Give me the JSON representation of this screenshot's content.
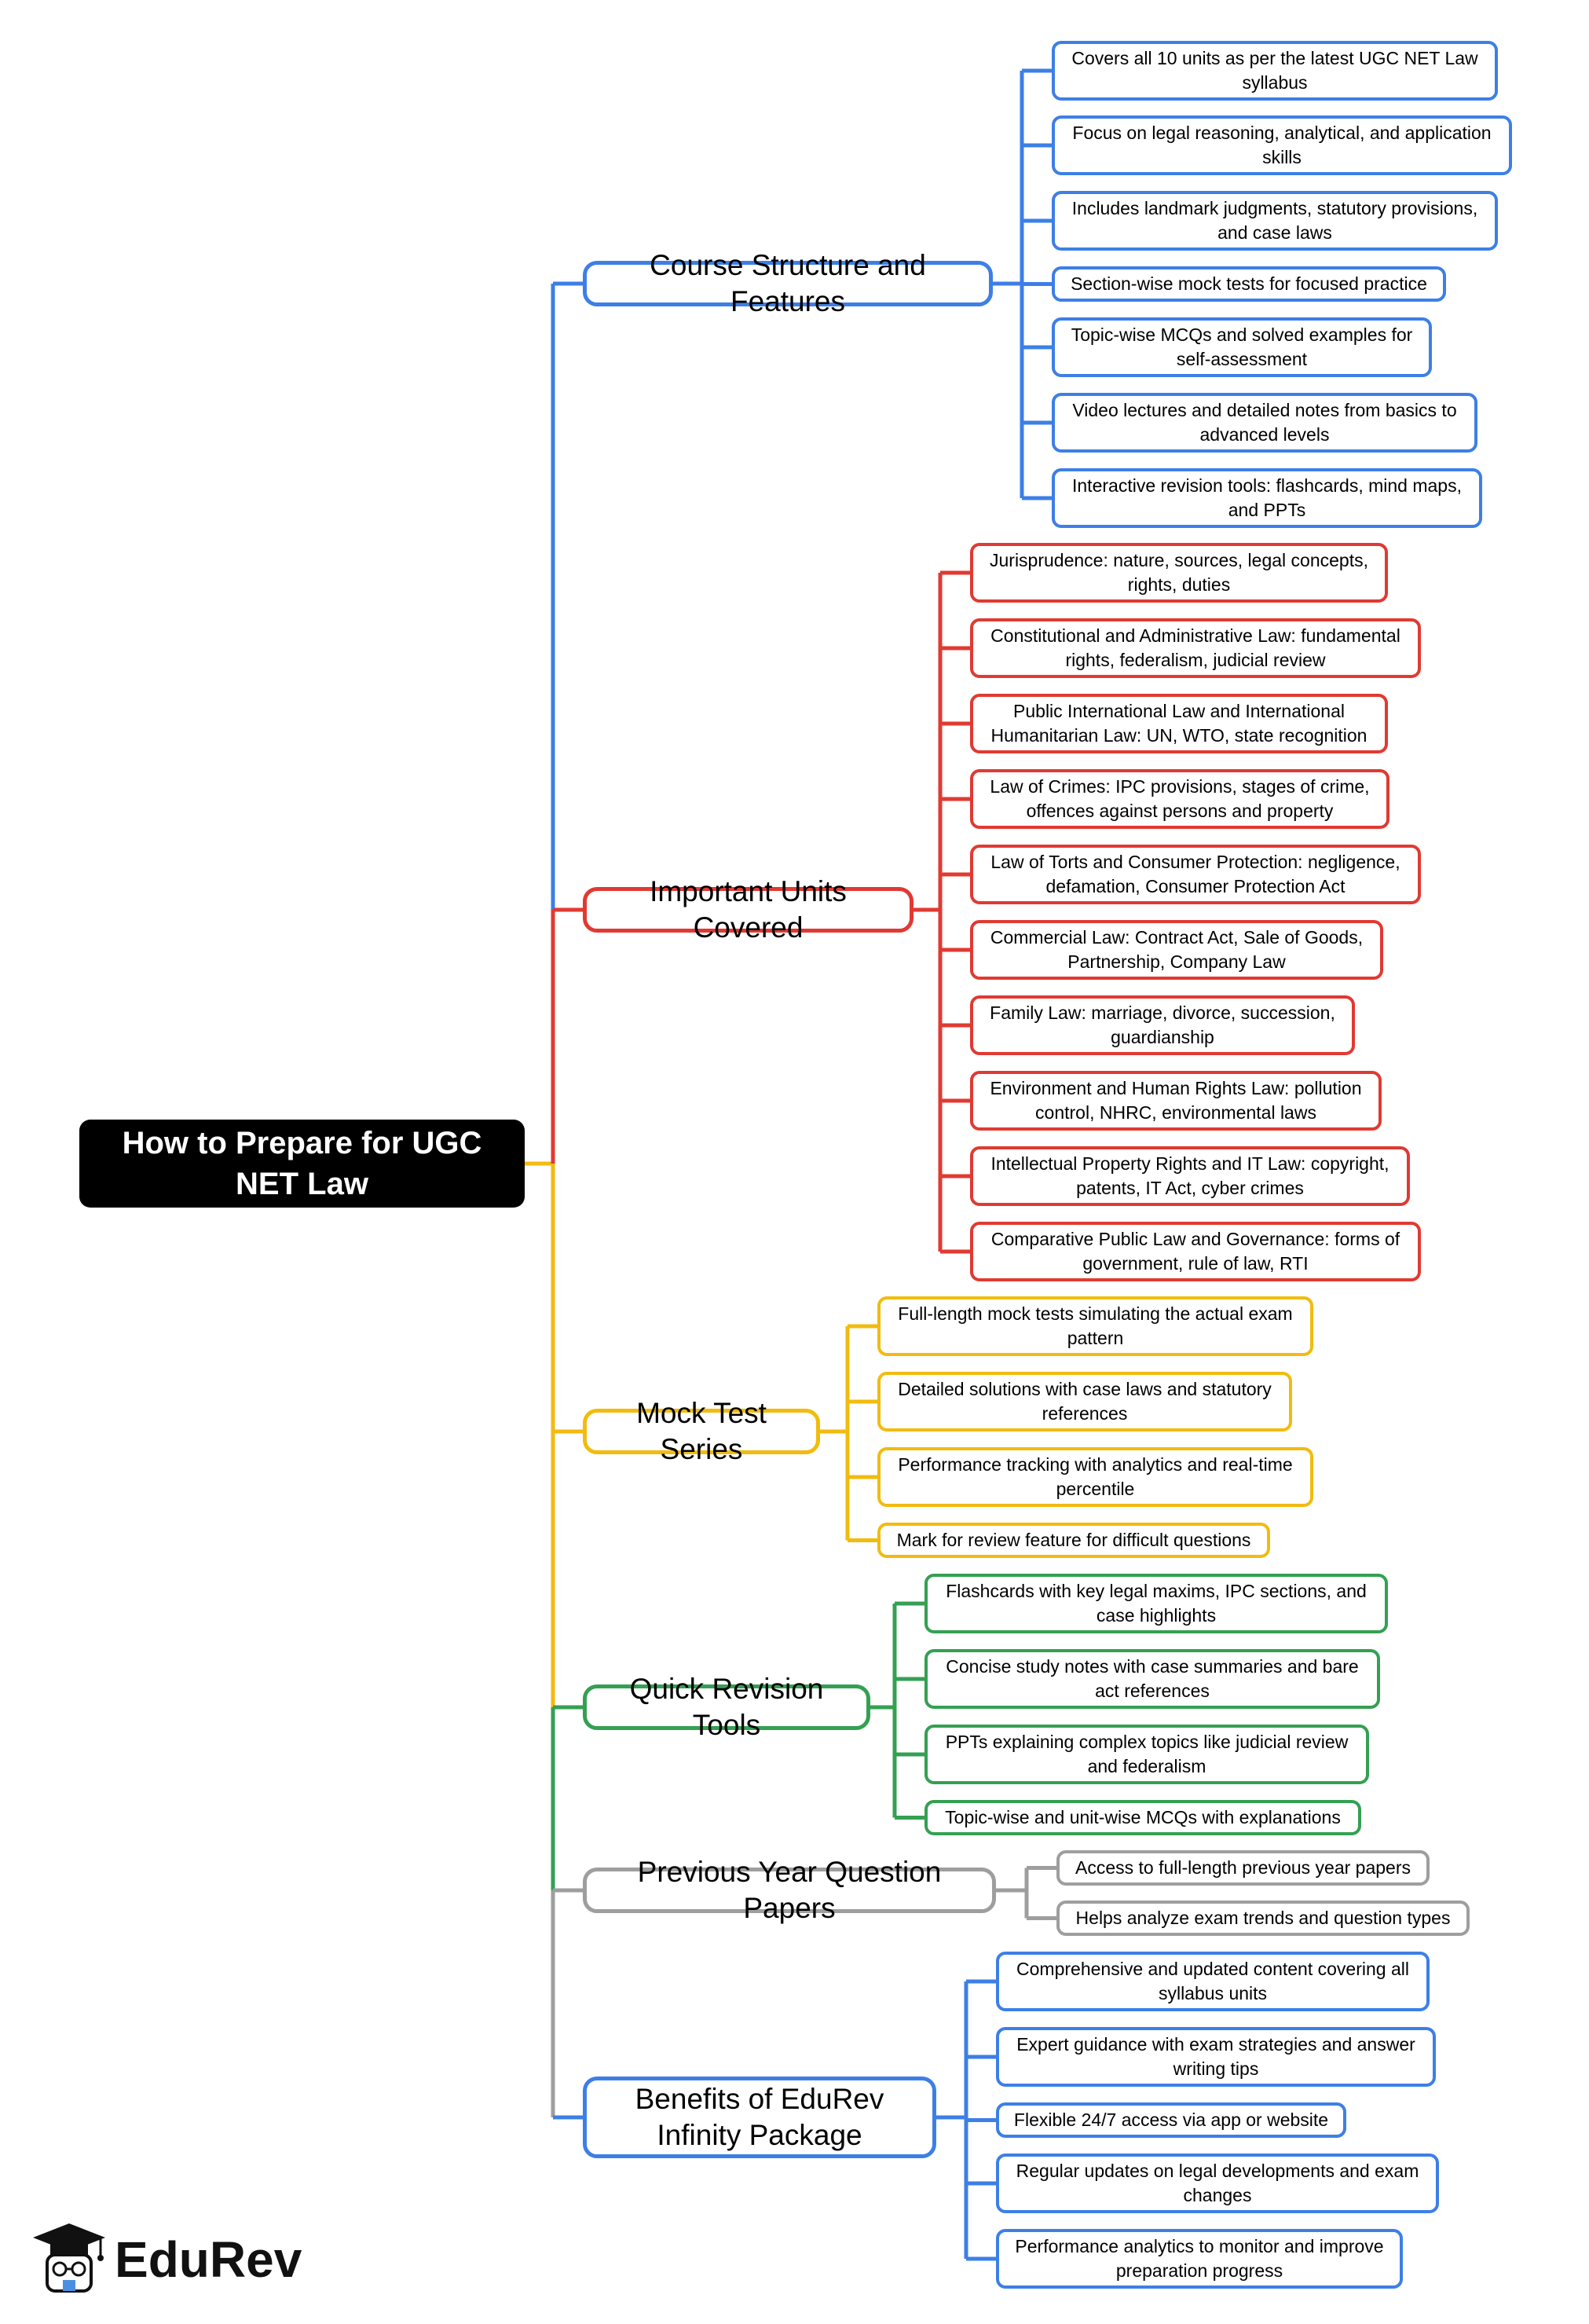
{
  "title": "How to Prepare for UGC NET Law",
  "branches": [
    {
      "label": "Course Structure and Features",
      "color": "#3d7fe6",
      "items": [
        "Covers all 10 units as per the latest UGC NET Law syllabus",
        "Focus on legal reasoning, analytical, and application skills",
        "Includes landmark judgments, statutory provisions, and case laws",
        "Section-wise mock tests for focused practice",
        "Topic-wise MCQs and solved examples for self-assessment",
        "Video lectures and detailed notes from basics to advanced levels",
        "Interactive revision tools: flashcards, mind maps, and PPTs"
      ]
    },
    {
      "label": "Important Units Covered",
      "color": "#e03a32",
      "items": [
        "Jurisprudence: nature, sources, legal concepts, rights, duties",
        "Constitutional and Administrative Law: fundamental rights, federalism, judicial review",
        "Public International Law and International Humanitarian Law: UN, WTO, state recognition",
        "Law of Crimes: IPC provisions, stages of crime, offences against persons and property",
        "Law of Torts and Consumer Protection: negligence, defamation, Consumer Protection Act",
        "Commercial Law: Contract Act, Sale of Goods, Partnership, Company Law",
        "Family Law: marriage, divorce, succession, guardianship",
        "Environment and Human Rights Law: pollution control, NHRC, environmental laws",
        "Intellectual Property Rights and IT Law: copyright, patents, IT Act, cyber crimes",
        "Comparative Public Law and Governance: forms of government, rule of law, RTI"
      ]
    },
    {
      "label": "Mock Test Series",
      "color": "#f2bb0f",
      "items": [
        "Full-length mock tests simulating the actual exam pattern",
        "Detailed solutions with case laws and statutory references",
        "Performance tracking with analytics and real-time percentile",
        "Mark for review feature for difficult questions"
      ]
    },
    {
      "label": "Quick Revision Tools",
      "color": "#34a052",
      "items": [
        "Flashcards with key legal maxims, IPC sections, and case highlights",
        "Concise study notes with case summaries and bare act references",
        "PPTs explaining complex topics like judicial review and federalism",
        "Topic-wise and unit-wise MCQs with explanations"
      ]
    },
    {
      "label": "Previous Year Question Papers",
      "color": "#9e9e9e",
      "items": [
        "Access to full-length previous year papers",
        "Helps analyze exam trends and question types"
      ]
    },
    {
      "label": "Benefits of EduRev Infinity Package",
      "color": "#3d7fe6",
      "items": [
        "Comprehensive and updated content covering all syllabus units",
        "Expert guidance with exam strategies and answer writing tips",
        "Flexible 24/7 access via app or website",
        "Regular updates on legal developments and exam changes",
        "Performance analytics to monitor and improve preparation progress"
      ]
    }
  ],
  "logo": {
    "text": "EduRev",
    "icon": "graduation-cap-student-icon"
  }
}
